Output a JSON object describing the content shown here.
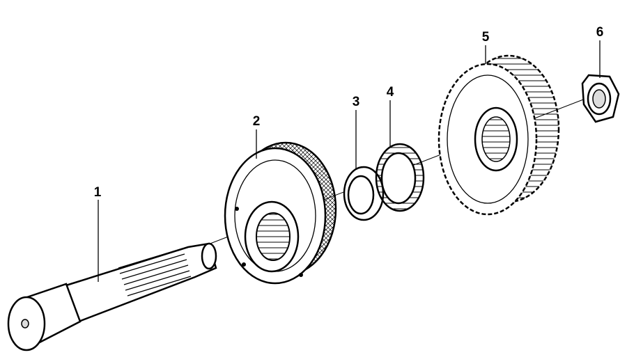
{
  "diagram": {
    "type": "exploded parts view",
    "callouts": [
      {
        "number": "1"
      },
      {
        "number": "2"
      },
      {
        "number": "3"
      },
      {
        "number": "4"
      },
      {
        "number": "5"
      },
      {
        "number": "6"
      }
    ]
  }
}
